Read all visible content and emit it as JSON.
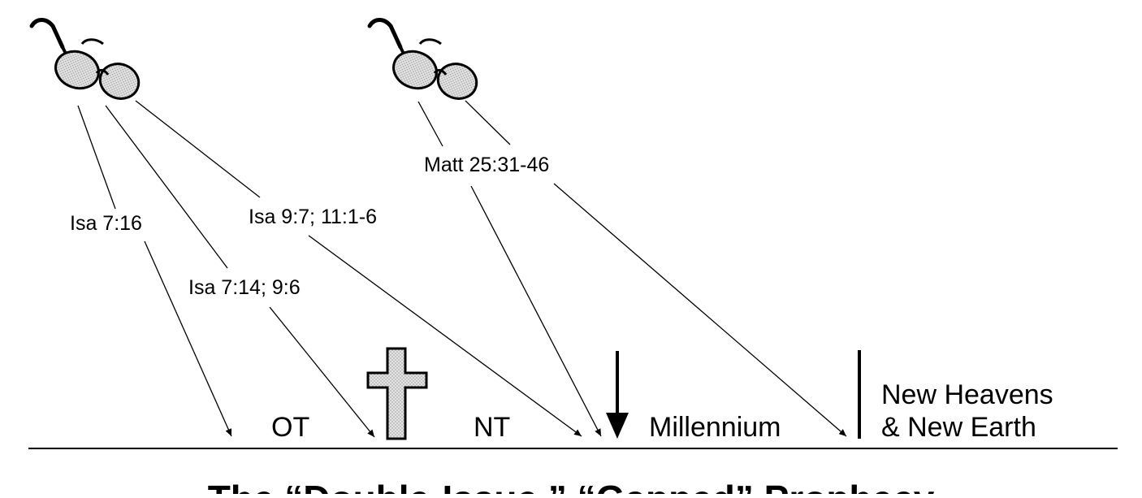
{
  "prophets": [
    {
      "id": "ot-prophet",
      "icon": "eyeglasses-icon"
    },
    {
      "id": "nt-prophet",
      "icon": "eyeglasses-icon"
    }
  ],
  "references": {
    "isa_7_16": "Isa 7:16",
    "isa_7_14": "Isa 7:14; 9:6",
    "isa_9_7": "Isa 9:7; 11:1-6",
    "matt_25": "Matt 25:31-46"
  },
  "timeline": {
    "ot": "OT",
    "nt": "NT",
    "millennium": "Millennium",
    "new_heavens_line1": "New Heavens",
    "new_heavens_line2": "& New Earth",
    "cross_icon": "cross-icon",
    "second_coming_icon": "down-arrow-icon"
  },
  "caption": "The “Double-Issue,” “Gapped” Prophecy",
  "colors": {
    "ink": "#000000",
    "lens": "#d8d8d8",
    "cross": "#bdbdbd"
  }
}
